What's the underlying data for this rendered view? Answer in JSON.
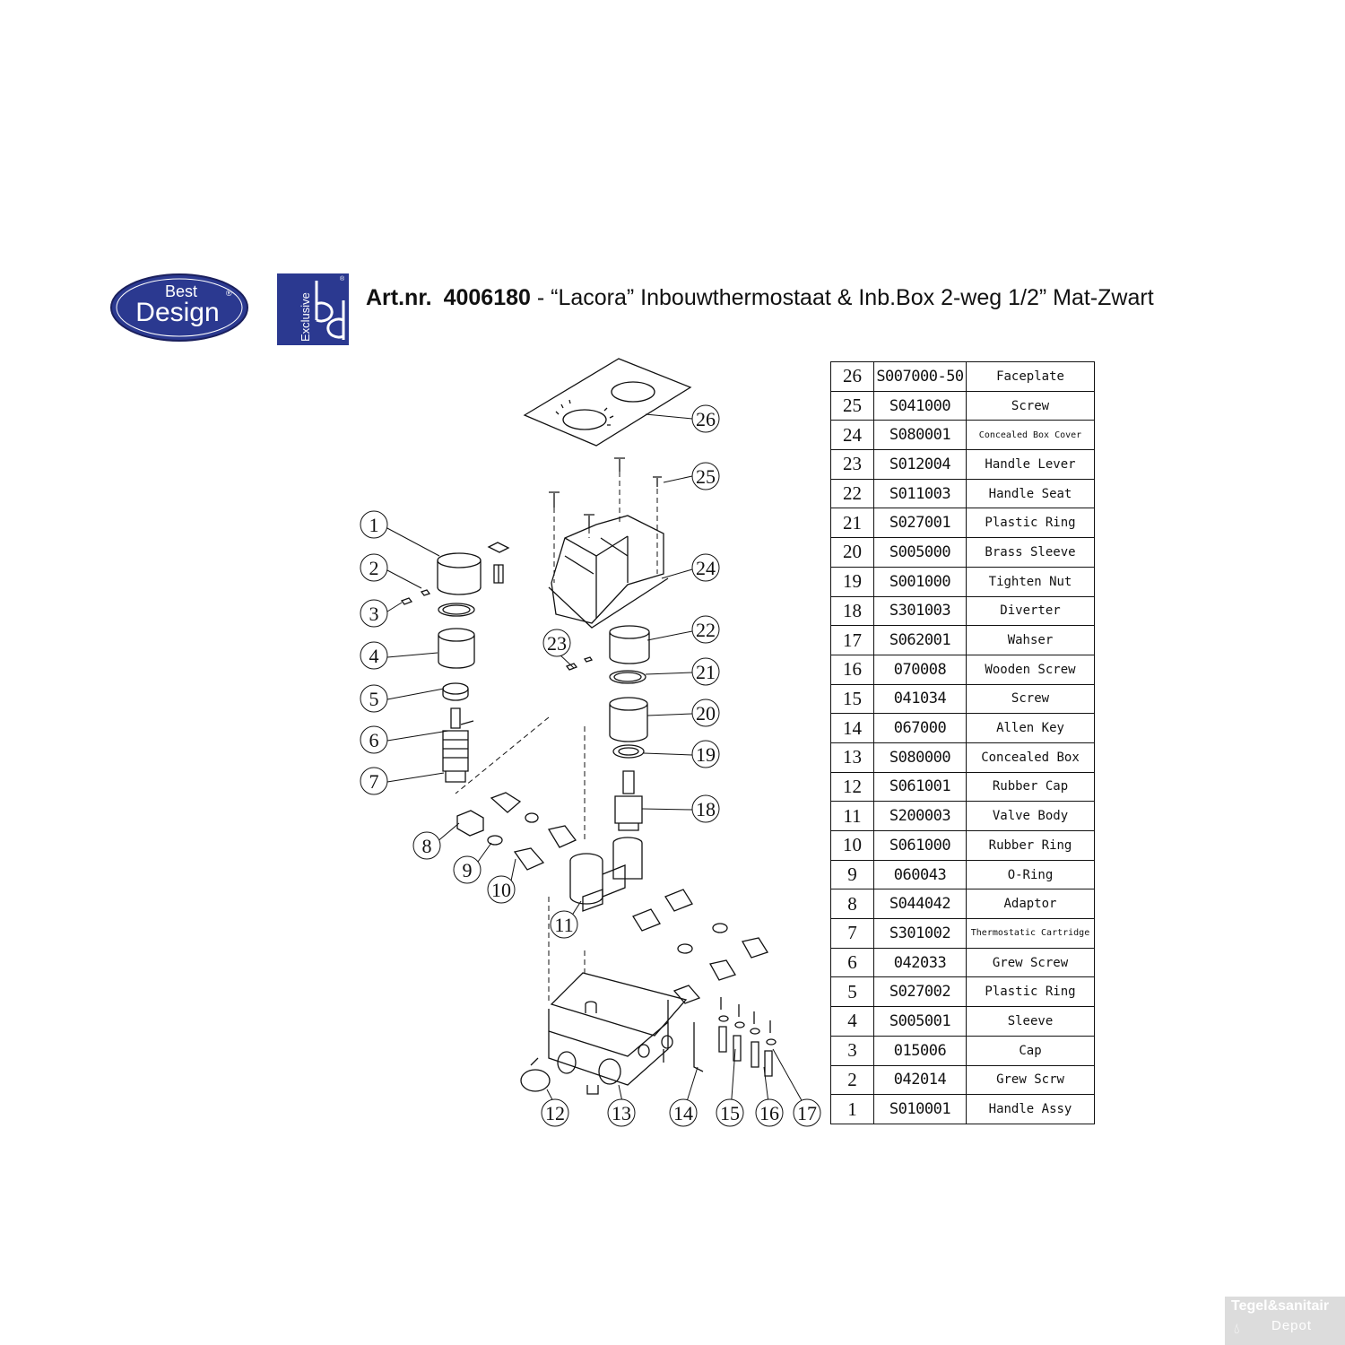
{
  "header": {
    "brand_line1": "Best",
    "brand_line2": "Design",
    "exclusive_label": "Exclusive",
    "artnr_label": "Art.nr.",
    "artnr": "4006180",
    "title": "- “Lacora” Inbouwthermostaat & Inb.Box 2-weg 1/2” Mat-Zwart"
  },
  "callouts": [
    "1",
    "2",
    "3",
    "4",
    "5",
    "6",
    "7",
    "8",
    "9",
    "10",
    "11",
    "12",
    "13",
    "14",
    "15",
    "16",
    "17",
    "18",
    "19",
    "20",
    "21",
    "22",
    "23",
    "24",
    "25",
    "26"
  ],
  "parts": [
    {
      "no": "26",
      "code": "S007000-50",
      "desc": "Faceplate"
    },
    {
      "no": "25",
      "code": "S041000",
      "desc": "Screw"
    },
    {
      "no": "24",
      "code": "S080001",
      "desc": "Concealed Box Cover"
    },
    {
      "no": "23",
      "code": "S012004",
      "desc": "Handle Lever"
    },
    {
      "no": "22",
      "code": "S011003",
      "desc": "Handle Seat"
    },
    {
      "no": "21",
      "code": "S027001",
      "desc": "Plastic Ring"
    },
    {
      "no": "20",
      "code": "S005000",
      "desc": "Brass Sleeve"
    },
    {
      "no": "19",
      "code": "S001000",
      "desc": "Tighten Nut"
    },
    {
      "no": "18",
      "code": "S301003",
      "desc": "Diverter"
    },
    {
      "no": "17",
      "code": "S062001",
      "desc": "Wahser"
    },
    {
      "no": "16",
      "code": "070008",
      "desc": "Wooden Screw"
    },
    {
      "no": "15",
      "code": "041034",
      "desc": "Screw"
    },
    {
      "no": "14",
      "code": "067000",
      "desc": "Allen Key"
    },
    {
      "no": "13",
      "code": "S080000",
      "desc": "Concealed Box"
    },
    {
      "no": "12",
      "code": "S061001",
      "desc": "Rubber Cap"
    },
    {
      "no": "11",
      "code": "S200003",
      "desc": "Valve Body"
    },
    {
      "no": "10",
      "code": "S061000",
      "desc": "Rubber Ring"
    },
    {
      "no": "9",
      "code": "060043",
      "desc": "O-Ring"
    },
    {
      "no": "8",
      "code": "S044042",
      "desc": "Adaptor"
    },
    {
      "no": "7",
      "code": "S301002",
      "desc": "Thermostatic Cartridge"
    },
    {
      "no": "6",
      "code": "042033",
      "desc": "Grew Screw"
    },
    {
      "no": "5",
      "code": "S027002",
      "desc": "Plastic Ring"
    },
    {
      "no": "4",
      "code": "S005001",
      "desc": "Sleeve"
    },
    {
      "no": "3",
      "code": "015006",
      "desc": "Cap"
    },
    {
      "no": "2",
      "code": "042014",
      "desc": "Grew Scrw"
    },
    {
      "no": "1",
      "code": "S010001",
      "desc": "Handle Assy"
    }
  ],
  "watermark": {
    "line1": "Tegel&sanitair",
    "line2": "Depot"
  },
  "colors": {
    "brand_blue": "#2b3990",
    "line": "#111111"
  }
}
